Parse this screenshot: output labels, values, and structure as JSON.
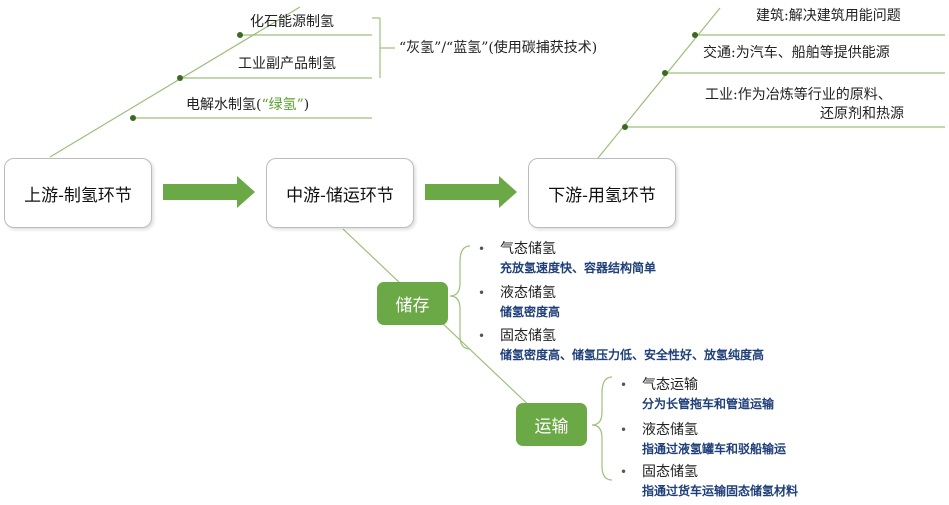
{
  "stages": {
    "upstream": "上游-制氢环节",
    "midstream": "中游-储运环节",
    "downstream": "下游-用氢环节"
  },
  "production": {
    "fossil": "化石能源制氢",
    "industrial": "工业副产品制氢",
    "grey_blue": "“灰氢”/“蓝氢”(使用碳捕获技术)",
    "electrolysis_prefix": "电解水制氢(",
    "electrolysis_green": "“绿氢”",
    "electrolysis_suffix": ")"
  },
  "applications": {
    "building": "建筑:解决建筑用能问题",
    "transport": "交通:为汽车、船舶等提供能源",
    "industry_line1": "工业:作为冶炼等行业的原料、",
    "industry_line2": "还原剂和热源"
  },
  "storage": {
    "label": "储存",
    "items": [
      {
        "title": "气态储氢",
        "desc": "充放氢速度快、容器结构简单"
      },
      {
        "title": "液态储氢",
        "desc": "储氢密度高"
      },
      {
        "title": "固态储氢",
        "desc": "储氢密度高、储氢压力低、安全性好、放氢纯度高"
      }
    ]
  },
  "transport": {
    "label": "运输",
    "items": [
      {
        "title": "气态运输",
        "desc": "分为长管拖车和管道运输"
      },
      {
        "title": "液态储氢",
        "desc": "指通过液氢罐车和驳船输运"
      },
      {
        "title": "固态储氢",
        "desc": "指通过货车运输固态储氢材料"
      }
    ]
  },
  "bullet_glyph": "•",
  "colors": {
    "line": "#9cc07a",
    "dot": "#3d6a22",
    "arrow": "#6ba846",
    "box_green": "#6ba846",
    "blue_text": "#1f3f7a"
  }
}
